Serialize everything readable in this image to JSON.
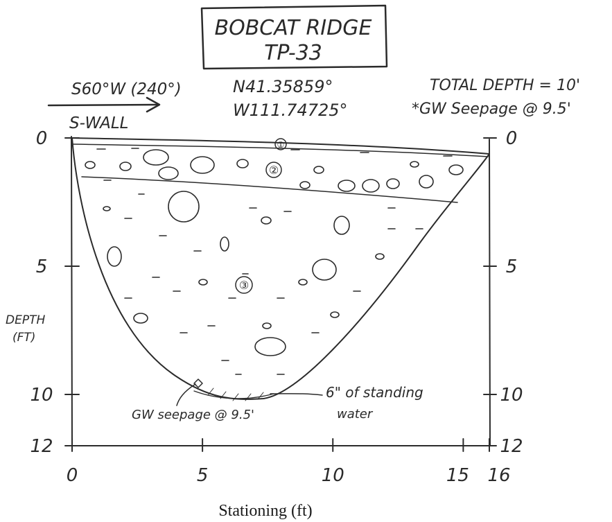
{
  "title": {
    "line1": "BOBCAT RIDGE",
    "line2": "TP-33"
  },
  "coordinates": {
    "lat": "N41.35859°",
    "lon": "W111.74725°"
  },
  "orientation": {
    "bearing": "S60°W (240°)",
    "wall": "S-WALL"
  },
  "notes": {
    "total_depth": "TOTAL DEPTH = 10'",
    "gw_seepage": "*GW Seepage @ 9.5'"
  },
  "axes": {
    "x_label": "Stationing (ft)",
    "y_label_line1": "DEPTH",
    "y_label_line2": "(FT)",
    "x_ticks": [
      "0",
      "5",
      "10",
      "15",
      "16"
    ],
    "x_tick_values": [
      0,
      5,
      10,
      15,
      16
    ],
    "y_ticks_left": [
      "0",
      "5",
      "10",
      "12"
    ],
    "y_ticks_right": [
      "0",
      "5",
      "10",
      "12"
    ],
    "y_tick_values": [
      0,
      5,
      10,
      12
    ],
    "x_range": [
      0,
      16
    ],
    "y_range": [
      0,
      12
    ]
  },
  "layers": [
    {
      "id": "1",
      "label": "①"
    },
    {
      "id": "2",
      "label": "②"
    },
    {
      "id": "3",
      "label": "③"
    }
  ],
  "annotations": {
    "seepage_callout": "GW seepage @ 9.5'",
    "standing_water_line1": "6\" of standing",
    "standing_water_line2": "water"
  },
  "colors": {
    "ink": "#2b2b2b",
    "paper": "#ffffff"
  }
}
